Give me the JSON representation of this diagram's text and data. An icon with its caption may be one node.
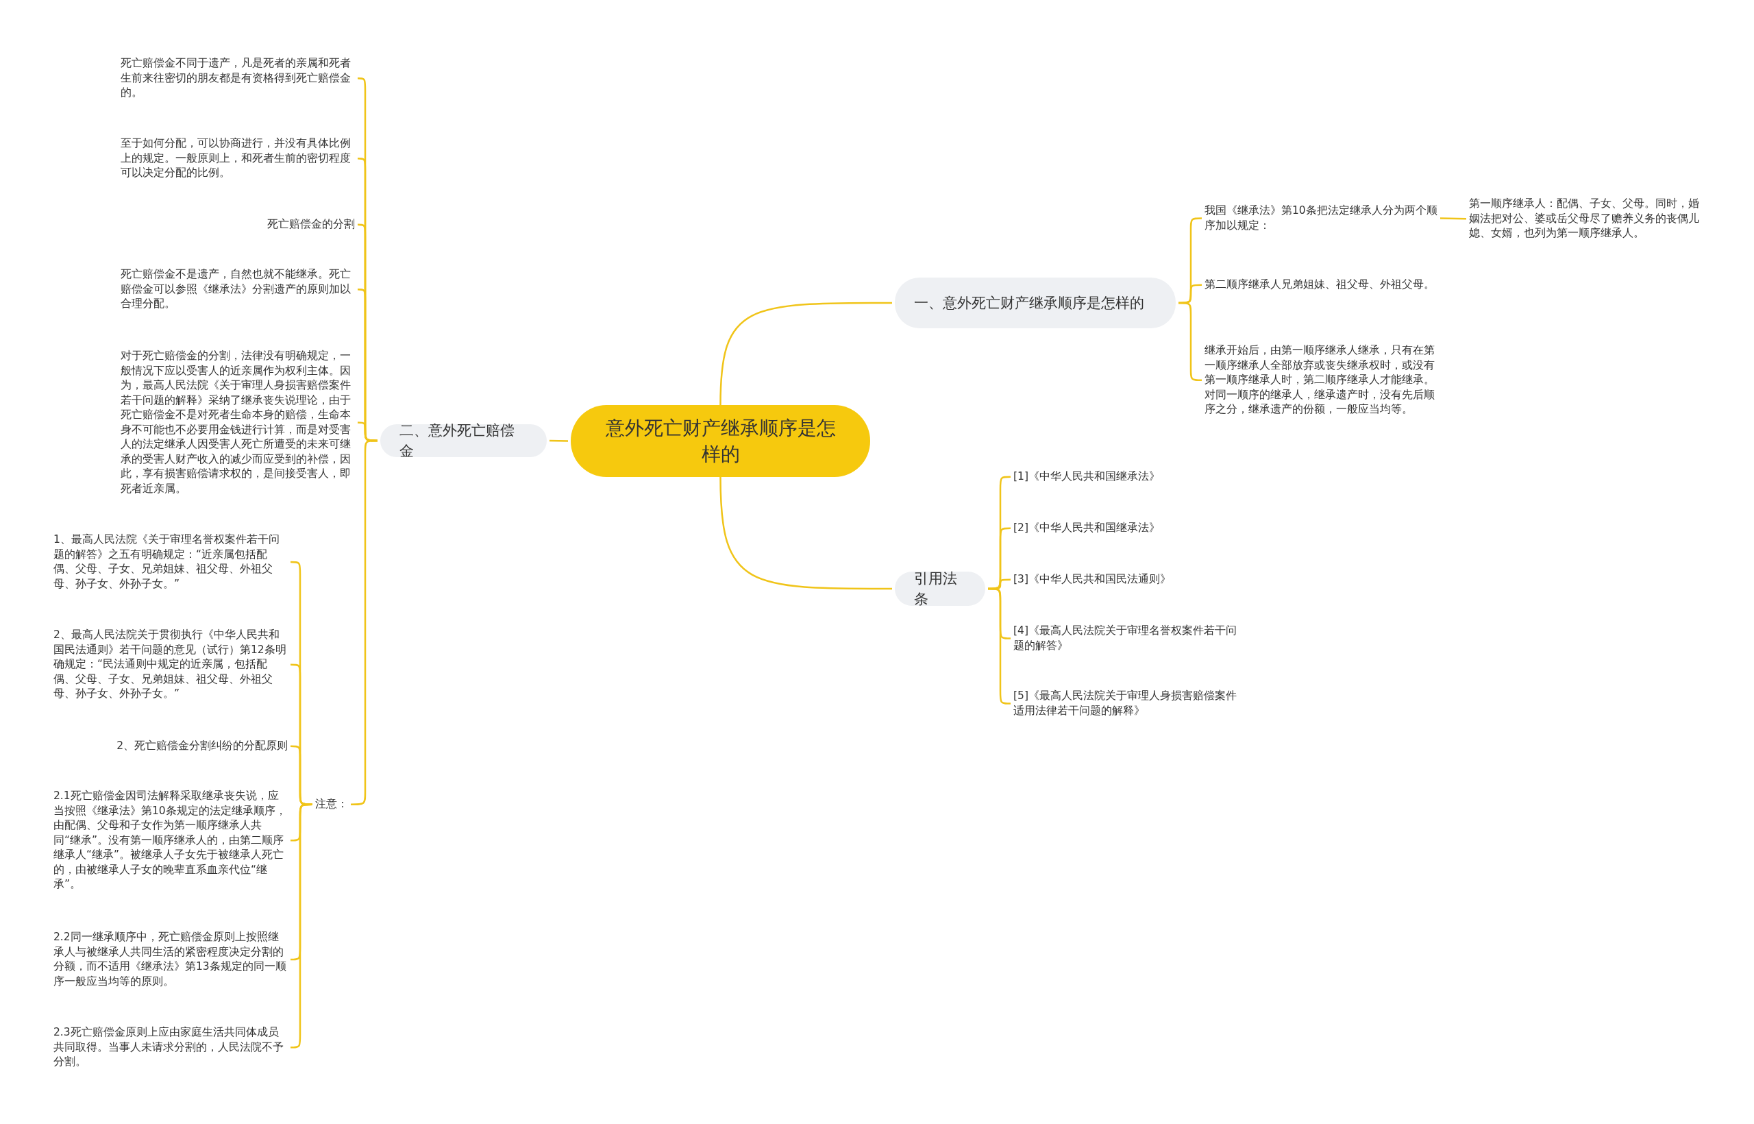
{
  "diagram": {
    "nodes": [
      {
        "text": [
          "意外死亡财产继承顺序是怎样的"
        ]
      },
      {
        "text": [
          "一、意外死亡财产继承顺序是怎样的"
        ]
      },
      {
        "text": [
          "我国《继承法》第10条把法定继承人分为两个顺序加以规定："
        ]
      },
      {
        "text": [
          "第一顺序继承人：配偶、子女、父母。同时，婚姻法把对公、婆或岳父母尽了赡养义务的丧偶儿媳、女婿，也列为第一顺序继承人。"
        ]
      },
      {
        "text": [
          "第二顺序继承人兄弟姐妹、祖父母、外祖父母。"
        ]
      },
      {
        "text": [
          "继承开始后，由第一顺序继承人继承，只有在第一顺序继承人全部放弃或丧失继承权时，或没有第一顺序继承人时，第二顺序继承人才能继承。对同一顺序的继承人，继承遗产时，没有先后顺序之分，继承遗产的份额，一般应当均等。"
        ]
      },
      {
        "text": [
          "引用法条"
        ]
      },
      {
        "text": [
          "[1]《中华人民共和国继承法》"
        ]
      },
      {
        "text": [
          "[2]《中华人民共和国继承法》"
        ]
      },
      {
        "text": [
          "[3]《中华人民共和国民法通则》"
        ]
      },
      {
        "text": [
          "[4]《最高人民法院关于审理名誉权案件若干问题的解答》"
        ]
      },
      {
        "text": [
          "[5]《最高人民法院关于审理人身损害赔偿案件适用法律若干问题的解释》"
        ]
      },
      {
        "text": [
          "二、意外死亡赔偿金"
        ]
      },
      {
        "text": [
          "死亡赔偿金不同于遗产，凡是死者的亲属和死者生前来往密切的朋友都是有资格得到死亡赔偿金的。"
        ]
      },
      {
        "text": [
          "至于如何分配，可以协商进行，并没有具体比例上的规定。一般原则上，和死者生前的密切程度可以决定分配的比例。"
        ]
      },
      {
        "text": [
          "死亡赔偿金的分割"
        ]
      },
      {
        "text": [
          "死亡赔偿金不是遗产，自然也就不能继承。死亡赔偿金可以参照《继承法》分割遗产的原则加以合理分配。"
        ]
      },
      {
        "text": [
          "对于死亡赔偿金的分割，法律没有明确规定，一般情况下应以受害人的近亲属作为权利主体。因为，最高人民法院《关于审理人身损害赔偿案件若干问题的解释》采纳了继承丧失说理论，由于死亡赔偿金不是对死者生命本身的赔偿，生命本身不可能也不必要用金钱进行计算，而是对受害人的法定继承人因受害人死亡所遭受的未来可继承的受害人财产收入的减少而应受到的补偿，因此，享有损害赔偿请求权的，是间接受害人，即死者近亲属。"
        ]
      },
      {
        "text": [
          "注意："
        ]
      },
      {
        "text": [
          "1、最高人民法院《关于审理名誉权案件若干问题的解答》之五有明确规定：“近亲属包括配偶、父母、子女、兄弟姐妹、祖父母、外祖父母、孙子女、外孙子女。”"
        ]
      },
      {
        "text": [
          "2、最高人民法院关于贯彻执行《中华人民共和国民法通则》若干问题的意见（试行）第12条明确规定：“民法通则中规定的近亲属，包括配偶、父母、子女、兄弟姐妹、祖父母、外祖父母、孙子女、外孙子女。”"
        ]
      },
      {
        "text": [
          "2、死亡赔偿金分割纠纷的分配原则"
        ]
      },
      {
        "text": [
          "2.1死亡赔偿金因司法解释采取继承丧失说，应当按照《继承法》第10条规定的法定继承顺序，由配偶、父母和子女作为第一顺序继承人共同“继承”。没有第一顺序继承人的，由第二顺序继承人“继承”。被继承人子女先于被继承人死亡的，由被继承人子女的晚辈直系血亲代位“继承”。"
        ]
      },
      {
        "text": [
          "2.2同一继承顺序中，死亡赔偿金原则上按照继承人与被继承人共同生活的紧密程度决定分割的分额，而不适用《继承法》第13条规定的同一顺序一般应当均等的原则。"
        ]
      },
      {
        "text": [
          "2.3死亡赔偿金原则上应由家庭生活共同体成员共同取得。当事人未请求分割的，人民法院不予分割。"
        ]
      }
    ],
    "edges": [
      {
        "from": 0,
        "to": 1,
        "arrow": "none"
      },
      {
        "from": 1,
        "to": 2,
        "arrow": "none"
      },
      {
        "from": 2,
        "to": 3,
        "arrow": "none"
      },
      {
        "from": 1,
        "to": 4,
        "arrow": "none"
      },
      {
        "from": 1,
        "to": 5,
        "arrow": "none"
      },
      {
        "from": 0,
        "to": 6,
        "arrow": "none"
      },
      {
        "from": 6,
        "to": 7,
        "arrow": "none"
      },
      {
        "from": 6,
        "to": 8,
        "arrow": "none"
      },
      {
        "from": 6,
        "to": 9,
        "arrow": "none"
      },
      {
        "from": 6,
        "to": 10,
        "arrow": "none"
      },
      {
        "from": 6,
        "to": 11,
        "arrow": "none"
      },
      {
        "from": 0,
        "to": 12,
        "arrow": "none"
      },
      {
        "from": 12,
        "to": 13,
        "arrow": "none"
      },
      {
        "from": 12,
        "to": 14,
        "arrow": "none"
      },
      {
        "from": 12,
        "to": 15,
        "arrow": "none"
      },
      {
        "from": 12,
        "to": 16,
        "arrow": "none"
      },
      {
        "from": 12,
        "to": 17,
        "arrow": "none"
      },
      {
        "from": 12,
        "to": 18,
        "arrow": "none"
      },
      {
        "from": 18,
        "to": 19,
        "arrow": "none"
      },
      {
        "from": 18,
        "to": 20,
        "arrow": "none"
      },
      {
        "from": 18,
        "to": 21,
        "arrow": "none"
      },
      {
        "from": 18,
        "to": 22,
        "arrow": "none"
      },
      {
        "from": 18,
        "to": 23,
        "arrow": "none"
      },
      {
        "from": 18,
        "to": 24,
        "arrow": "none"
      }
    ]
  }
}
